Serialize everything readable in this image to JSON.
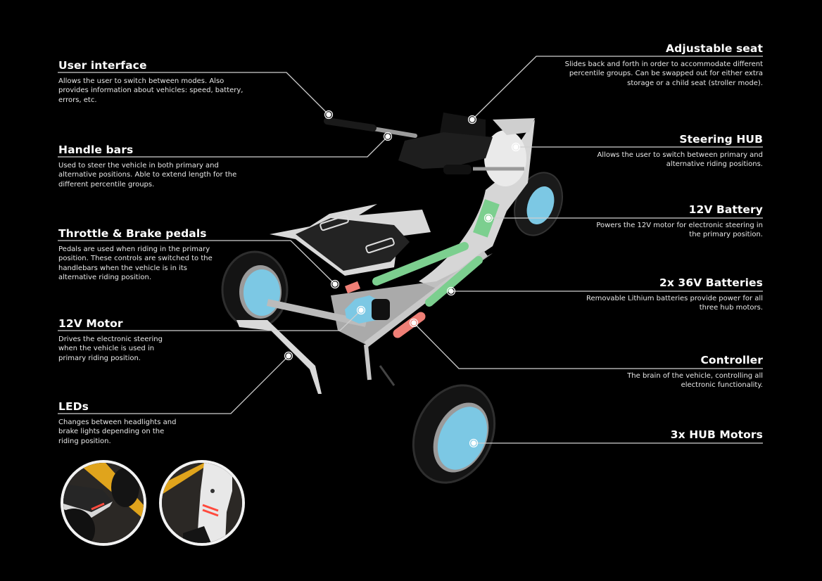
{
  "callouts_left": [
    {
      "title": "User interface",
      "description": "Allows the user to switch between modes. Also provides information about vehicles: speed, battery, errors, etc."
    },
    {
      "title": "Handle bars",
      "description": "Used to steer the vehicle in both primary and alternative positions. Able to extend length for the different percentile groups."
    },
    {
      "title": "Throttle & Brake pedals",
      "description": "Pedals are used when riding in the primary position. These controls are switched to the handlebars when the vehicle is in its alternative riding position."
    },
    {
      "title": "12V Motor",
      "description": "Drives the electronic steering when the vehicle is used in primary riding position."
    },
    {
      "title": "LEDs",
      "description": "Changes between headlights and brake lights depending on the riding position."
    }
  ],
  "callouts_right": [
    {
      "title": "Adjustable seat",
      "description": "Slides back and forth in order to accommodate different percentile groups. Can be swapped out for either extra storage or a child seat (stroller mode)."
    },
    {
      "title": "Steering HUB",
      "description": "Allows the user to switch between primary and alternative riding positions."
    },
    {
      "title": "12V Battery",
      "description": "Powers the 12V motor for electronic steering in the primary position."
    },
    {
      "title": "2x 36V Batteries",
      "description": "Removable Lithium batteries provide power for all three hub motors."
    },
    {
      "title": "Controller",
      "description": "The brain of the vehicle, controlling all electronic functionality."
    },
    {
      "title": "3x HUB Motors",
      "description": ""
    }
  ],
  "colors": {
    "background": "#000000",
    "frame": "#d9d9d9",
    "hub": "#7cc8e4",
    "battery": "#7ccf8f",
    "controller": "#ef7f76",
    "seat": "#1e1e1e",
    "led": "#ff4a3d",
    "road_line": "#e0a41c",
    "leader": "#cfcfcf"
  }
}
